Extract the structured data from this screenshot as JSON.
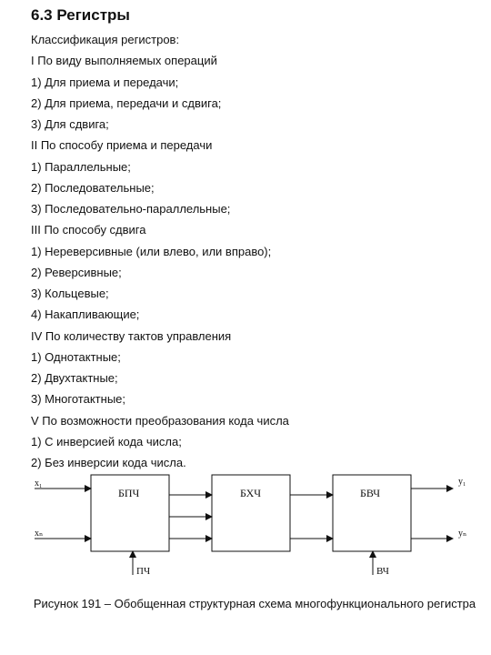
{
  "heading": "6.3 Регистры",
  "lines": [
    "Классификация регистров:",
    "I По виду выполняемых операций",
    "1) Для приема и передачи;",
    "2) Для приема, передачи и сдвига;",
    "3) Для сдвига;",
    "II По способу приема и передачи",
    "1) Параллельные;",
    "2) Последовательные;",
    "3) Последовательно-параллельные;",
    "III По способу сдвига",
    "1) Нереверсивные (или влево, или вправо);",
    "2) Реверсивные;",
    "3) Кольцевые;",
    "4) Накапливающие;",
    "IV По количеству тактов управления",
    "1) Однотактные;",
    "2) Двухтактные;",
    "3) Многотактные;",
    "V По возможности преобразования кода числа",
    "1) С инверсией кода числа;",
    "2) Без инверсии кода числа."
  ],
  "diagram": {
    "block_1": "БПЧ",
    "block_2": "БХЧ",
    "block_3": "БВЧ",
    "input_top": "x₁",
    "input_bottom": "xₙ",
    "output_top": "y₁",
    "output_bottom": "yₙ",
    "control_1": "ПЧ",
    "control_3": "ВЧ"
  },
  "caption": "Рисунок 191 – Обобщенная структурная схема многофункционального регистра"
}
